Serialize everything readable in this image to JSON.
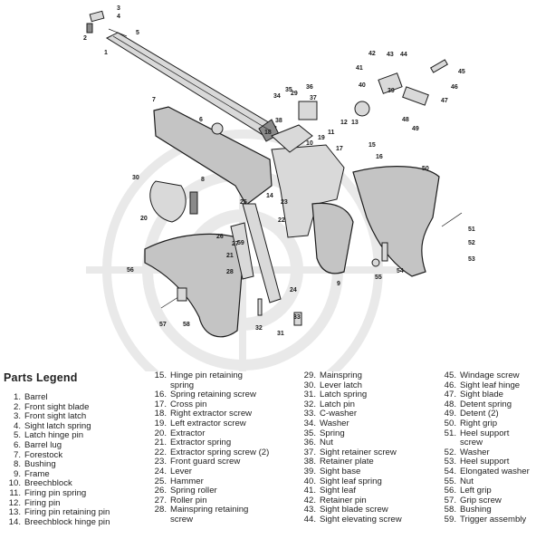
{
  "legend_title": "Parts Legend",
  "legend": [
    {
      "n": "1.",
      "t": "Barrel"
    },
    {
      "n": "2.",
      "t": "Front sight blade"
    },
    {
      "n": "3.",
      "t": "Front sight latch"
    },
    {
      "n": "4.",
      "t": "Sight latch spring"
    },
    {
      "n": "5.",
      "t": "Latch hinge pin"
    },
    {
      "n": "6.",
      "t": "Barrel lug"
    },
    {
      "n": "7.",
      "t": "Forestock"
    },
    {
      "n": "8.",
      "t": "Bushing"
    },
    {
      "n": "9.",
      "t": "Frame"
    },
    {
      "n": "10.",
      "t": "Breechblock"
    },
    {
      "n": "11.",
      "t": "Firing pin spring"
    },
    {
      "n": "12.",
      "t": "Firing pin"
    },
    {
      "n": "13.",
      "t": "Firing pin retaining pin"
    },
    {
      "n": "14.",
      "t": "Breechblock hinge pin"
    },
    {
      "n": "15.",
      "t": "Hinge pin retaining\nspring"
    },
    {
      "n": "16.",
      "t": "Spring retaining screw"
    },
    {
      "n": "17.",
      "t": "Cross pin"
    },
    {
      "n": "18.",
      "t": "Right extractor screw"
    },
    {
      "n": "19.",
      "t": "Left extractor screw"
    },
    {
      "n": "20.",
      "t": "Extractor"
    },
    {
      "n": "21.",
      "t": "Extractor spring"
    },
    {
      "n": "22.",
      "t": "Extractor spring screw (2)"
    },
    {
      "n": "23.",
      "t": "Front guard screw"
    },
    {
      "n": "24.",
      "t": "Lever"
    },
    {
      "n": "25.",
      "t": "Hammer"
    },
    {
      "n": "26.",
      "t": "Spring roller"
    },
    {
      "n": "27.",
      "t": "Roller pin"
    },
    {
      "n": "28.",
      "t": "Mainspring retaining\nscrew"
    },
    {
      "n": "29.",
      "t": "Mainspring"
    },
    {
      "n": "30.",
      "t": "Lever latch"
    },
    {
      "n": "31.",
      "t": "Latch spring"
    },
    {
      "n": "32.",
      "t": "Latch pin"
    },
    {
      "n": "33.",
      "t": "C-washer"
    },
    {
      "n": "34.",
      "t": "Washer"
    },
    {
      "n": "35.",
      "t": "Spring"
    },
    {
      "n": "36.",
      "t": "Nut"
    },
    {
      "n": "37.",
      "t": "Sight retainer screw"
    },
    {
      "n": "38.",
      "t": "Retainer plate"
    },
    {
      "n": "39.",
      "t": "Sight base"
    },
    {
      "n": "40.",
      "t": "Sight leaf spring"
    },
    {
      "n": "41.",
      "t": "Sight leaf"
    },
    {
      "n": "42.",
      "t": "Retainer pin"
    },
    {
      "n": "43.",
      "t": "Sight blade screw"
    },
    {
      "n": "44.",
      "t": "Sight elevating screw"
    },
    {
      "n": "45.",
      "t": "Windage screw"
    },
    {
      "n": "46.",
      "t": "Sight leaf hinge"
    },
    {
      "n": "47.",
      "t": "Sight blade"
    },
    {
      "n": "48.",
      "t": "Detent spring"
    },
    {
      "n": "49.",
      "t": "Detent (2)"
    },
    {
      "n": "50.",
      "t": "Right grip"
    },
    {
      "n": "51.",
      "t": "Heel support\nscrew"
    },
    {
      "n": "52.",
      "t": "Washer"
    },
    {
      "n": "53.",
      "t": "Heel support"
    },
    {
      "n": "54.",
      "t": "Elongated washer"
    },
    {
      "n": "55.",
      "t": "Nut"
    },
    {
      "n": "56.",
      "t": "Left grip"
    },
    {
      "n": "57.",
      "t": "Grip screw"
    },
    {
      "n": "58.",
      "t": "Bushing"
    },
    {
      "n": "59.",
      "t": "Trigger assembly"
    }
  ],
  "callouts": [
    "1",
    "2",
    "3",
    "4",
    "5",
    "6",
    "7",
    "8",
    "9",
    "10",
    "11",
    "12",
    "13",
    "14",
    "15",
    "16",
    "17",
    "18",
    "19",
    "20",
    "21",
    "22",
    "23",
    "24",
    "25",
    "26",
    "27",
    "28",
    "29",
    "30",
    "31",
    "32",
    "33",
    "34",
    "35",
    "36",
    "37",
    "38",
    "39",
    "40",
    "41",
    "42",
    "43",
    "44",
    "45",
    "46",
    "47",
    "48",
    "49",
    "50",
    "51",
    "52",
    "53",
    "54",
    "55",
    "56",
    "57",
    "58",
    "59"
  ],
  "colors": {
    "ink": "#1c1c1c",
    "part": "#d9d9d9",
    "grip": "#c4c4c4",
    "watermark": "#e9e9e9"
  }
}
